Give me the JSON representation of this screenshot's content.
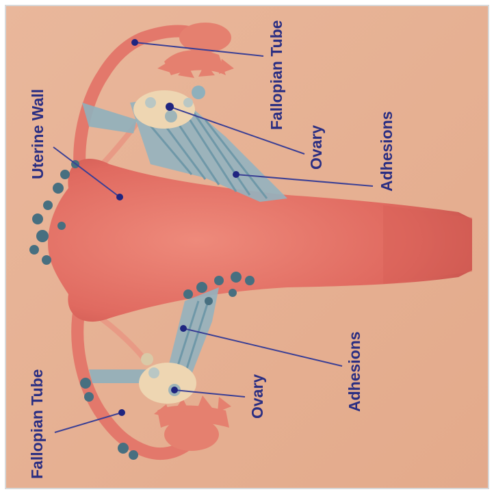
{
  "colors": {
    "background": "#e7b394",
    "uterus": "#e26e63",
    "uterus_shadow": "#c94f49",
    "tube": "#e3786b",
    "ovary": "#eed6b2",
    "adhesion": "#8fb0bc",
    "adhesion_dark": "#3e6a7a",
    "label_text": "#2a2e82",
    "leader_line": "#3a3f95"
  },
  "labels": {
    "fallopian_tube_top": "Fallopian Tube",
    "ovary_top": "Ovary",
    "adhesions_top": "Adhesions",
    "uterine_wall": "Uterine Wall",
    "adhesions_bottom": "Adhesions",
    "ovary_bottom": "Ovary",
    "fallopian_tube_bottom": "Fallopian Tube"
  }
}
